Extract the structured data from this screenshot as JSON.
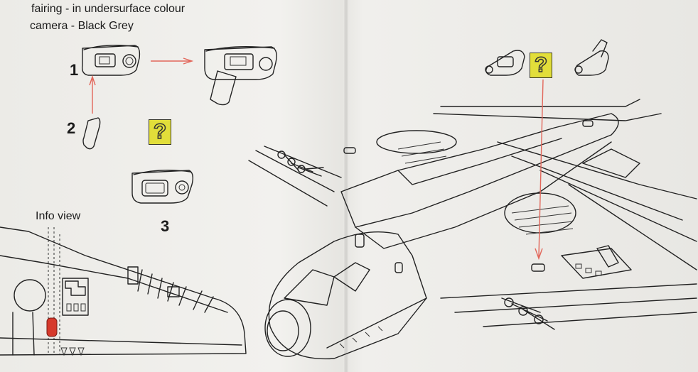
{
  "notes": {
    "line1": "fairing - in undersurface colour",
    "line2": "camera - Black Grey"
  },
  "steps": {
    "one": "1",
    "two": "2",
    "three": "3"
  },
  "info_view": {
    "label": "Info view"
  },
  "marks": {
    "question_mark": "?"
  },
  "colors": {
    "arrow": "#e2665a",
    "question_box": "#e2de3a",
    "red_part": "#d63a2c"
  },
  "icons": [
    "question-mark-box-icon",
    "fairing-part-icon",
    "camera-window-icon"
  ]
}
